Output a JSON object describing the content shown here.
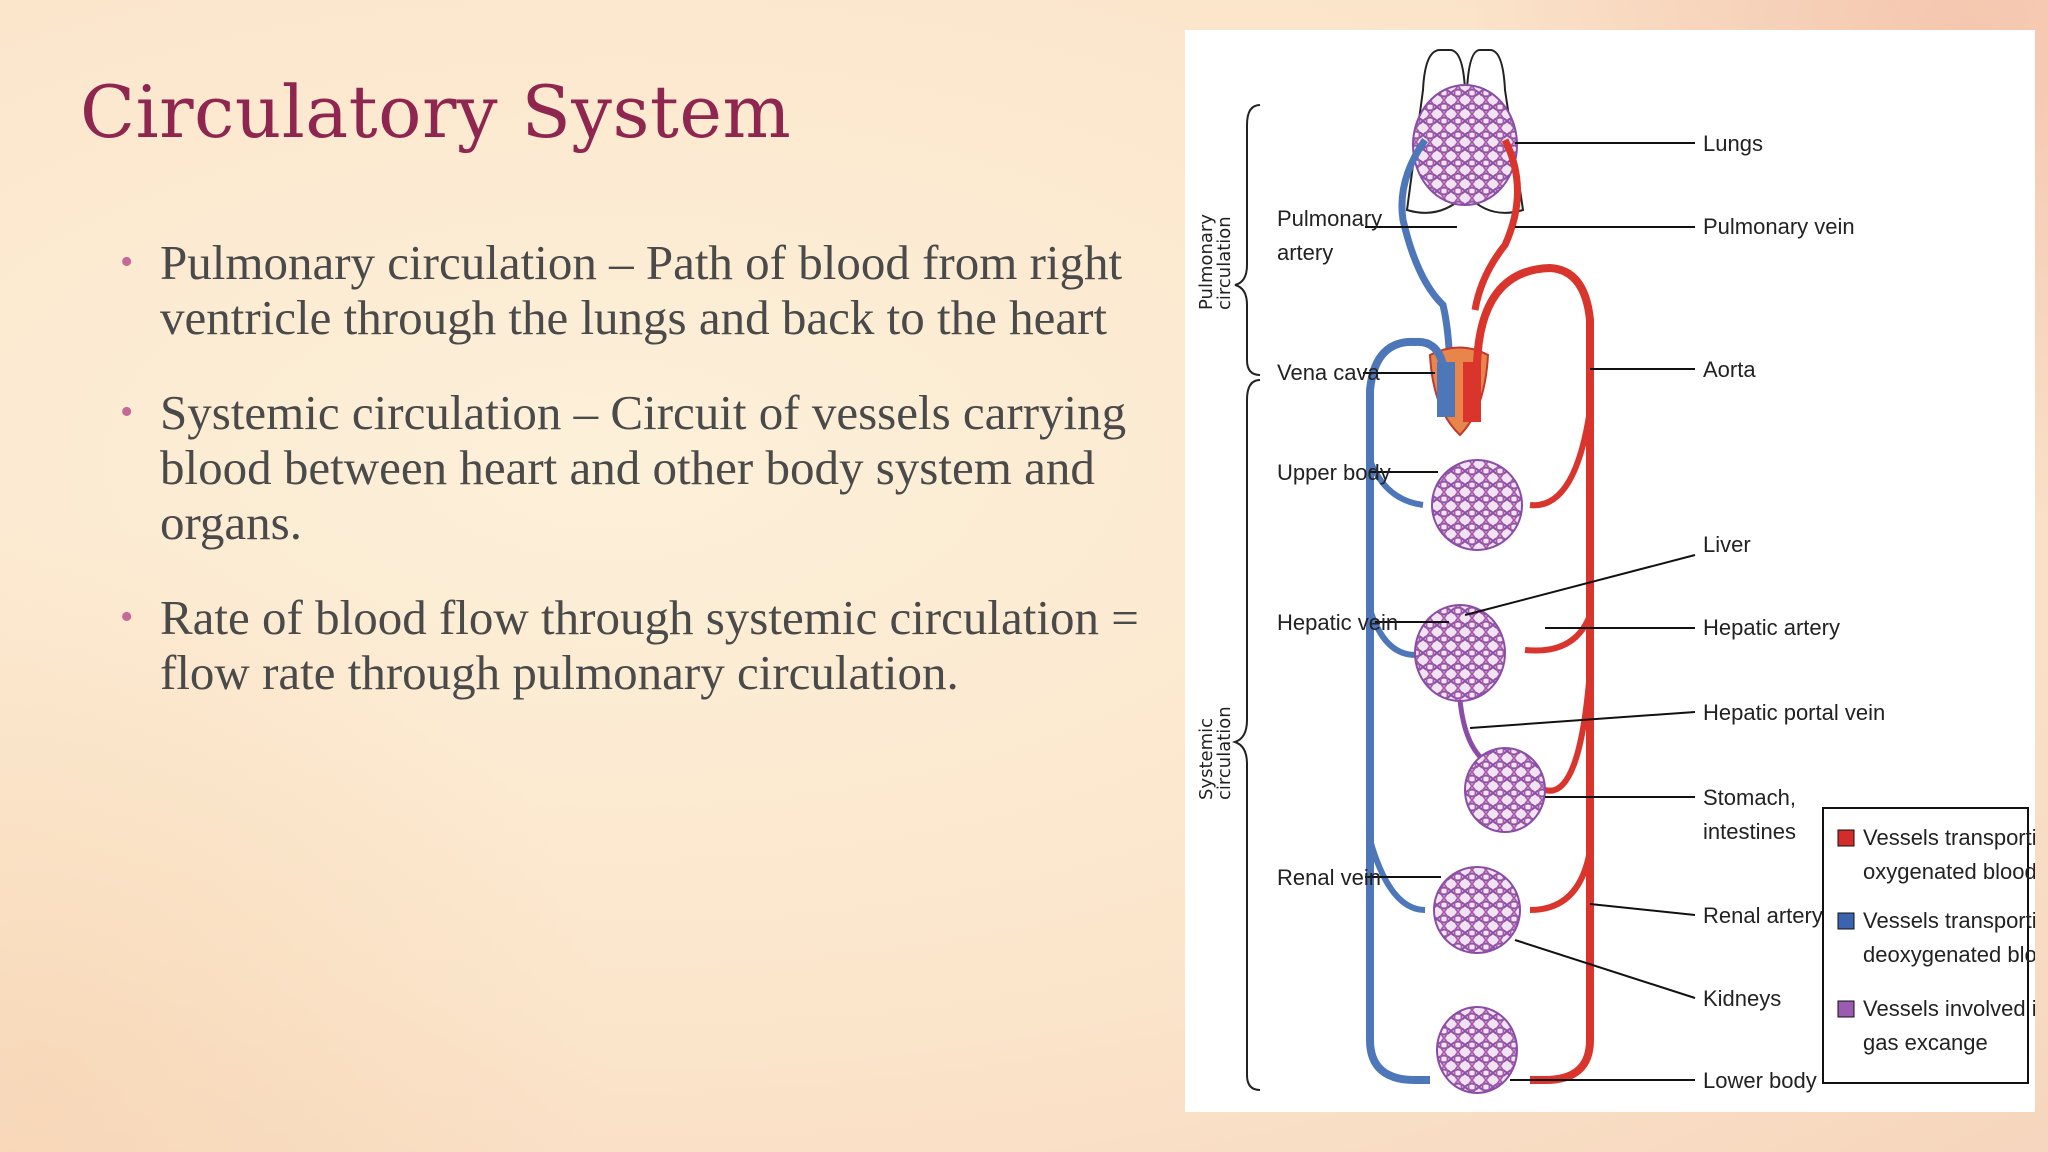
{
  "slide": {
    "title": "Circulatory System",
    "bullets": [
      "Pulmonary circulation – Path of blood from right ventricle through the lungs and back to the heart",
      "Systemic circulation – Circuit of vessels carrying blood between heart and other body system and organs.",
      "Rate of blood flow through systemic circulation = flow rate through pulmonary circulation."
    ]
  },
  "diagram": {
    "brace_labels": {
      "pulmonary": [
        "Pulmonary",
        "circulation"
      ],
      "systemic": [
        "Systemic",
        "circulation"
      ]
    },
    "left_labels": {
      "pulmonary_artery": [
        "Pulmonary",
        "artery"
      ],
      "vena_cava": "Vena cava",
      "upper_body": "Upper body",
      "hepatic_vein": "Hepatic vein",
      "renal_vein": "Renal vein"
    },
    "right_labels": {
      "lungs": "Lungs",
      "pulmonary_vein": "Pulmonary vein",
      "aorta": "Aorta",
      "liver": "Liver",
      "hepatic_artery": "Hepatic artery",
      "hepatic_portal_vein": "Hepatic portal vein",
      "stomach": [
        "Stomach,",
        "intestines"
      ],
      "renal_artery": "Renal artery",
      "kidneys": "Kidneys",
      "lower_body": "Lower body"
    },
    "legend": [
      {
        "lines": [
          "Vessels transporting",
          "oxygenated blood"
        ],
        "color": "#d42b2b"
      },
      {
        "lines": [
          "Vessels transporting",
          "deoxygenated blood"
        ],
        "color": "#3a64b0"
      },
      {
        "lines": [
          "Vessels involved in",
          "gas excange"
        ],
        "color": "#9a5bb0"
      }
    ],
    "colors": {
      "oxygenated": "#d9352c",
      "deoxygenated": "#4d77b8",
      "gas_exchange": "#9b63b3"
    }
  }
}
